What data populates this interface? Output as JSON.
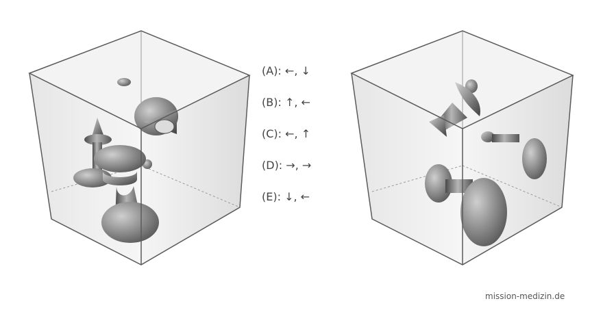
{
  "options": [
    {
      "label": "(A):",
      "arrows": "←, ↓"
    },
    {
      "label": "(B):",
      "arrows": "↑, ←"
    },
    {
      "label": "(C):",
      "arrows": "←, ↑"
    },
    {
      "label": "(D):",
      "arrows": "→, →"
    },
    {
      "label": "(E):",
      "arrows": "↓, ←"
    }
  ],
  "credit": "mission-medizin.de",
  "colors": {
    "cube_edge": "#5a5a5a",
    "cube_fill": "#e8e8e8",
    "object_dark": "#5e5e5e",
    "object_light": "#b8b8b8"
  }
}
